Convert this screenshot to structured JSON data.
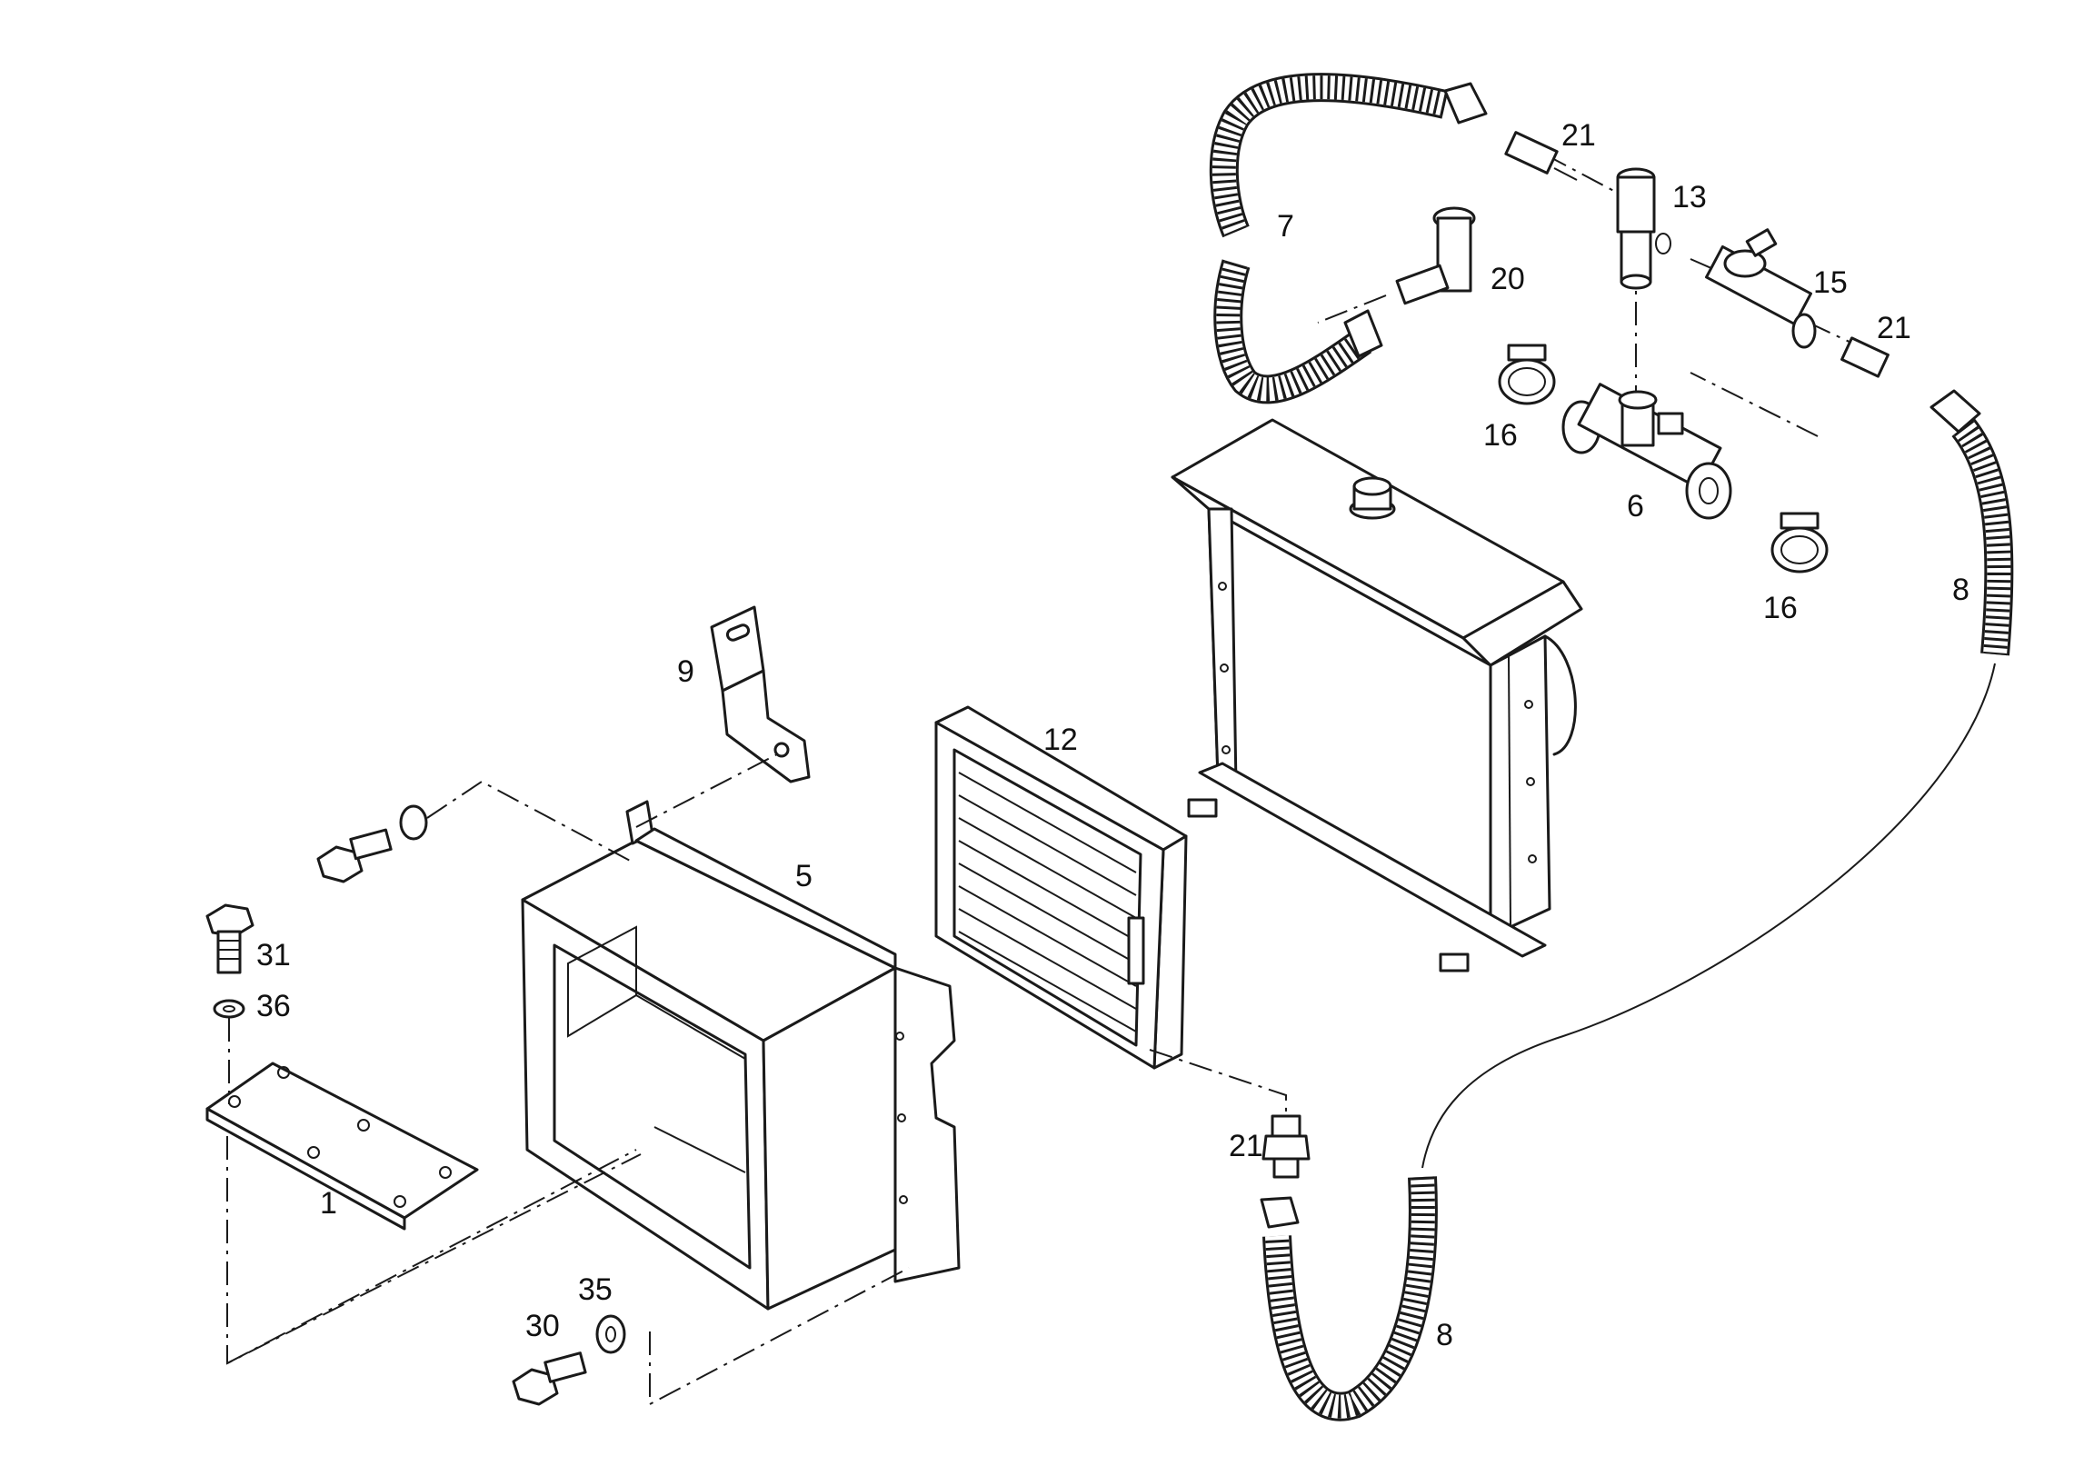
{
  "diagram": {
    "callouts": [
      "1",
      "5",
      "6",
      "7",
      "8",
      "8",
      "9",
      "12",
      "13",
      "15",
      "16",
      "16",
      "20",
      "21",
      "21",
      "21",
      "30",
      "31",
      "35",
      "36"
    ]
  }
}
